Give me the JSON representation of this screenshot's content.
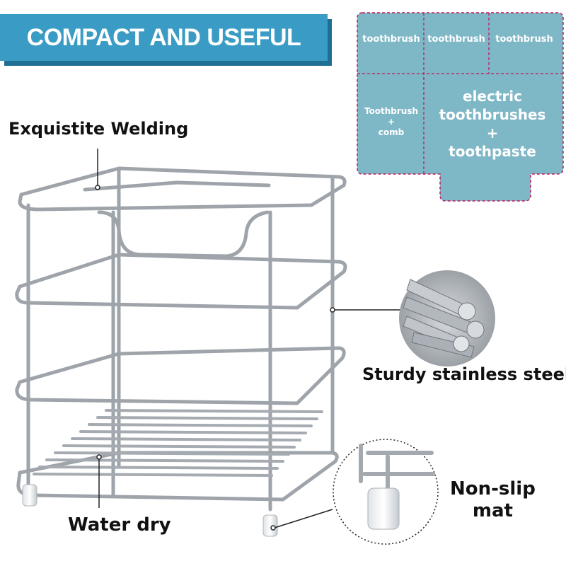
{
  "banner": {
    "title": "COMPACT AND  USEFUL"
  },
  "features": {
    "welding": "Exquistite Welding",
    "steel": "Sturdy stainless steel",
    "water": "Water dry",
    "mat_line1": "Non-slip",
    "mat_line2": "mat"
  },
  "layout_diagram": {
    "slot1": "toothbrush",
    "slot2": "toothbrush",
    "slot3": "toothbrush",
    "slot4_line1": "Toothbrush",
    "slot4_line2": "+",
    "slot4_line3": "comb",
    "slot5_line1": "electric",
    "slot5_line2": "toothbrushes",
    "slot5_line3": "+",
    "slot5_line4": "toothpaste"
  },
  "colors": {
    "banner": "#3a9cc4",
    "banner_shadow": "#1f6f94",
    "diagram_fill": "#7eb7c6",
    "diagram_border": "#c2185b",
    "steel": "#b9bec4"
  }
}
